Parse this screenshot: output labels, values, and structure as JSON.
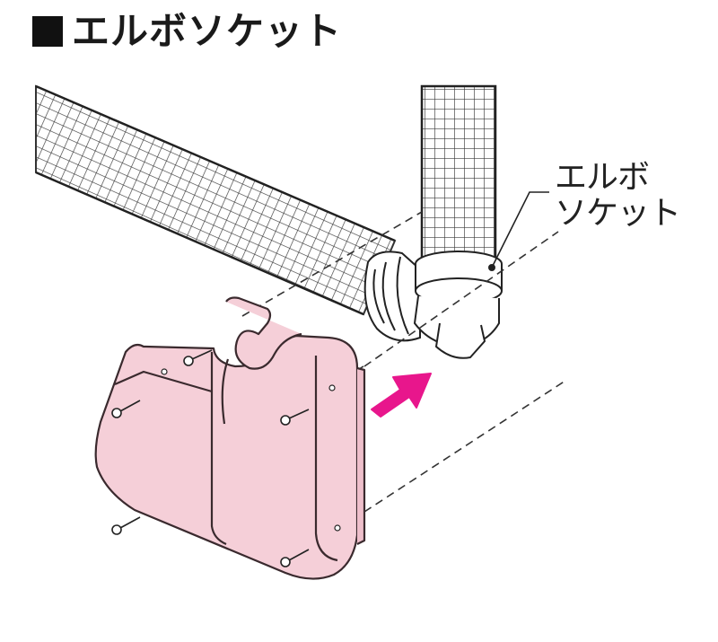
{
  "title": "エルボソケット",
  "callout": {
    "line1": "エルボ",
    "line2": "ソケット"
  },
  "colors": {
    "cover_fill": "#f5cfd8",
    "cover_stroke": "#3a2a2e",
    "arrow": "#e8168c",
    "hose_grid": "#3a3a3a"
  },
  "icons": [
    "title-square-bullet",
    "insert-direction-arrow",
    "screw"
  ]
}
